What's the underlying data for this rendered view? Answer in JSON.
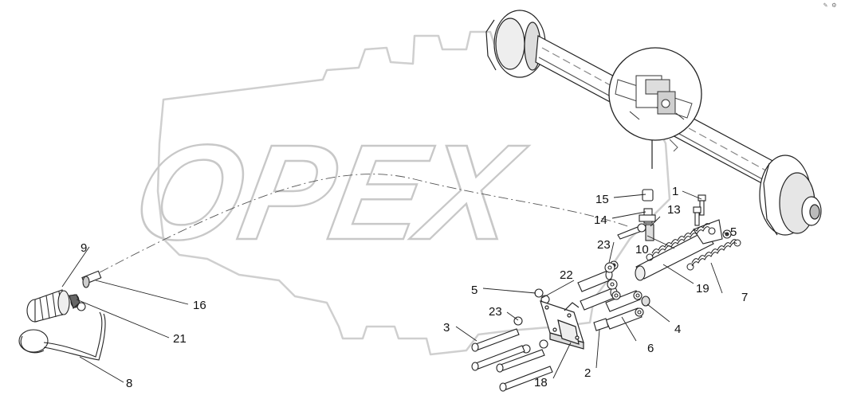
{
  "corner_mark": "✎ ⚙",
  "watermark": {
    "text": "OPEX",
    "color": "#c8c8c8"
  },
  "callouts": {
    "c1": "1",
    "c2": "2",
    "c3": "3",
    "c4": "4",
    "c5a": "5",
    "c5b": "5",
    "c6": "6",
    "c7": "7",
    "c8": "8",
    "c9": "9",
    "c10": "10",
    "c13": "13",
    "c14": "14",
    "c15": "15",
    "c16": "16",
    "c18": "18",
    "c19": "19",
    "c21": "21",
    "c22": "22",
    "c23a": "23",
    "c23b": "23"
  },
  "colors": {
    "line": "#222222",
    "part_fill": "#ffffff",
    "shade": "#9a9a9a"
  }
}
